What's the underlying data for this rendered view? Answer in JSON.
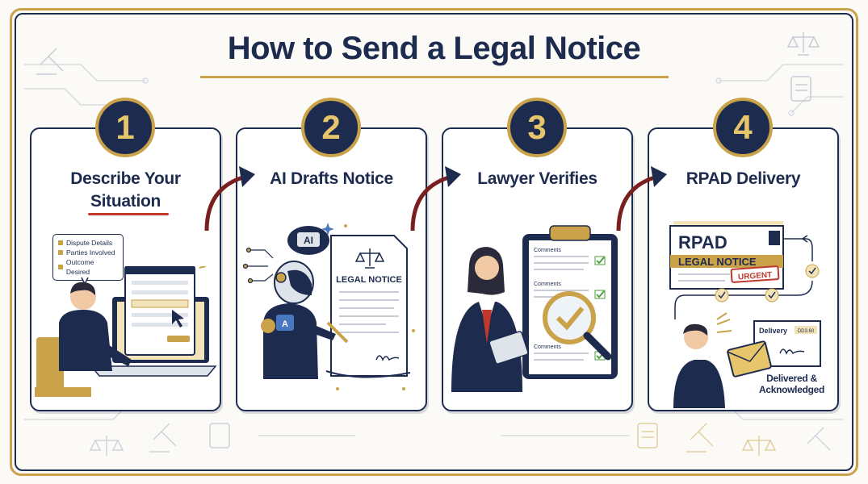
{
  "title": "How to Send a Legal Notice",
  "steps": [
    {
      "number": "1",
      "title_line1": "Describe Your",
      "title_line2": "Situation",
      "notes": [
        "Dispute Details",
        "Parties Involved",
        "Outcome Desired"
      ]
    },
    {
      "number": "2",
      "title": "AI Drafts Notice",
      "ai_label": "AI",
      "doc_title": "LEGAL NOTICE",
      "robot_tag": "A"
    },
    {
      "number": "3",
      "title": "Lawyer Verifies",
      "comment_label": "Comments"
    },
    {
      "number": "4",
      "title": "RPAD Delivery",
      "rpad_label": "RPAD",
      "rpad_notice": "LEGAL NOTICE",
      "stamp": "URGENT",
      "delivery_label": "Delivery",
      "delivery_tag": "DD3.60",
      "final_line1": "Delivered &",
      "final_line2": "Acknowledged"
    }
  ],
  "colors": {
    "navy": "#1d2b4f",
    "gold": "#c9a24a",
    "red": "#c0392b",
    "green": "#4a9b3a"
  }
}
